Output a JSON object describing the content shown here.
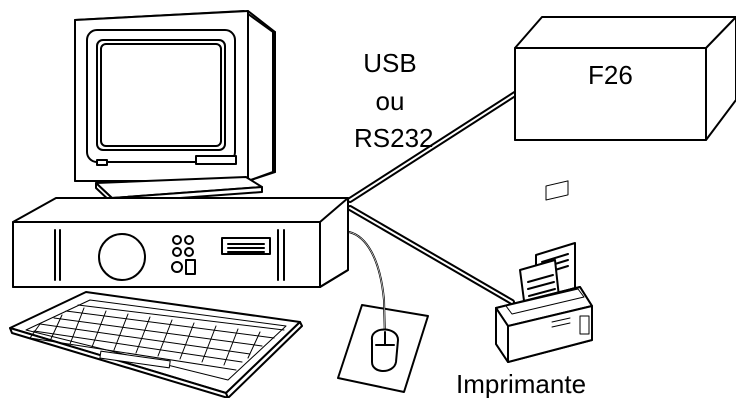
{
  "diagram": {
    "connection_label": [
      "USB",
      "ou",
      "RS232"
    ],
    "device_label": "F26",
    "printer_label": "Imprimante"
  },
  "colors": {
    "ink": "#000000",
    "paper": "#ffffff",
    "screen_fill": "#ffffff"
  },
  "icons": [
    "computer-monitor-icon",
    "desktop-unit-icon",
    "keyboard-icon",
    "mouse-icon",
    "printer-icon",
    "f26-box-icon"
  ]
}
